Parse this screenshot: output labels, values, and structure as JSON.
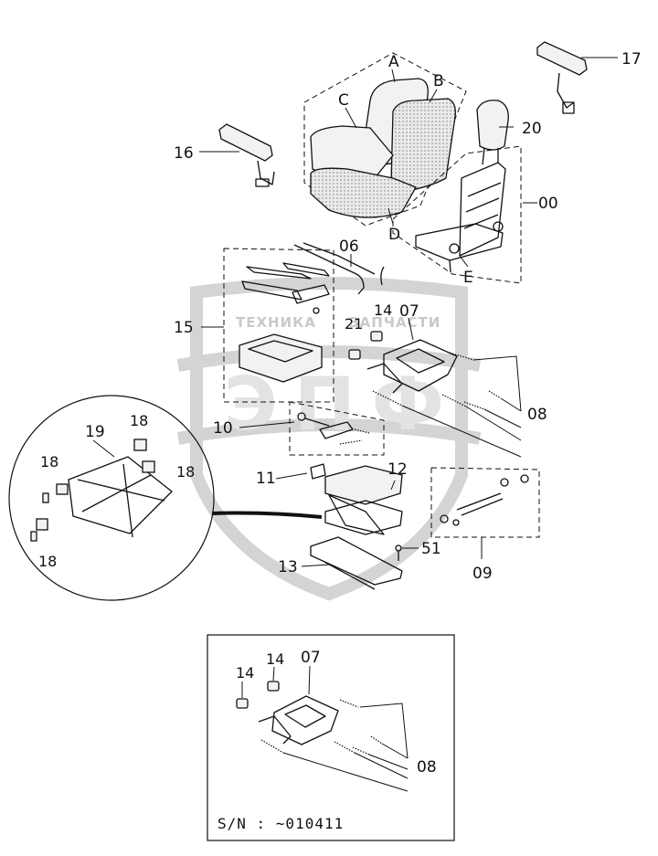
{
  "watermark": {
    "text_left": "ТЕХНИКА",
    "text_right": "ЗАПЧАСТИ",
    "logo_letters": "ЭПФ"
  },
  "labels": {
    "A": "A",
    "B": "B",
    "C": "C",
    "D": "D",
    "E": "E",
    "p00": "00",
    "p06": "06",
    "p07": "07",
    "p08": "08",
    "p09": "09",
    "p10": "10",
    "p11": "11",
    "p12": "12",
    "p13": "13",
    "p14": "14",
    "p15": "15",
    "p16": "16",
    "p17": "17",
    "p18": "18",
    "p19": "19",
    "p20": "20",
    "p21": "21",
    "p51": "51"
  },
  "inset": {
    "label_14a": "14",
    "label_14b": "14",
    "label_07": "07",
    "label_08": "08",
    "serial_note": "S/N :  ~010411"
  }
}
